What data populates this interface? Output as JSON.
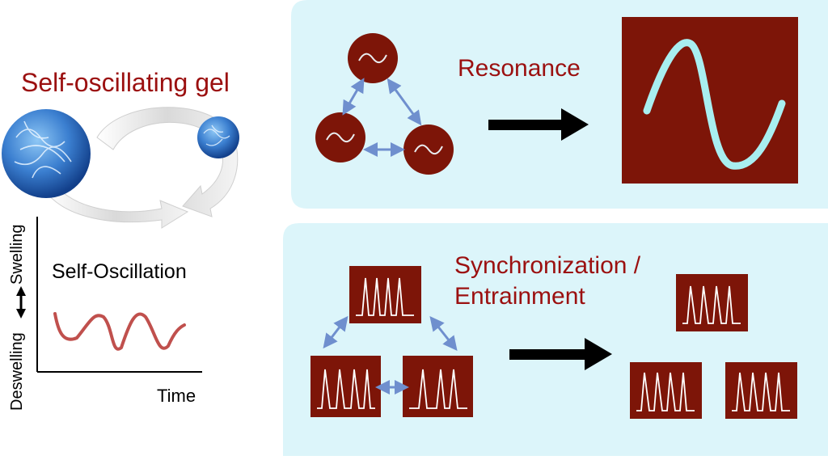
{
  "left_panel": {
    "title": "Self-oscillating gel",
    "plot": {
      "title": "Self-Oscillation",
      "y_label_top": "Swelling",
      "y_label_bottom": "Deswelling",
      "x_label": "Time"
    }
  },
  "resonance_panel": {
    "label": "Resonance"
  },
  "sync_panel": {
    "label_line1": "Synchronization /",
    "label_line2": "Entrainment"
  },
  "colors": {
    "panel_bg": "#dcf5fa",
    "maroon": "#7d1508",
    "title_red": "#9b1010",
    "wave_cyan": "#a8eef0",
    "arrow_blue": "#6f8fce",
    "curve_red": "#c0504d",
    "gel_blue": "#3b7fd0"
  }
}
